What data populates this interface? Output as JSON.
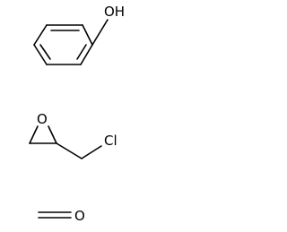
{
  "molecules": [
    {
      "name": "phenol",
      "labels": {
        "oh": "OH"
      }
    },
    {
      "name": "epichlorohydrin",
      "labels": {
        "o": "O",
        "cl": "Cl"
      }
    },
    {
      "name": "formaldehyde",
      "labels": {
        "o": "O"
      }
    }
  ],
  "colors": {
    "bond": "#000000",
    "text": "#000000",
    "background": "#ffffff"
  }
}
